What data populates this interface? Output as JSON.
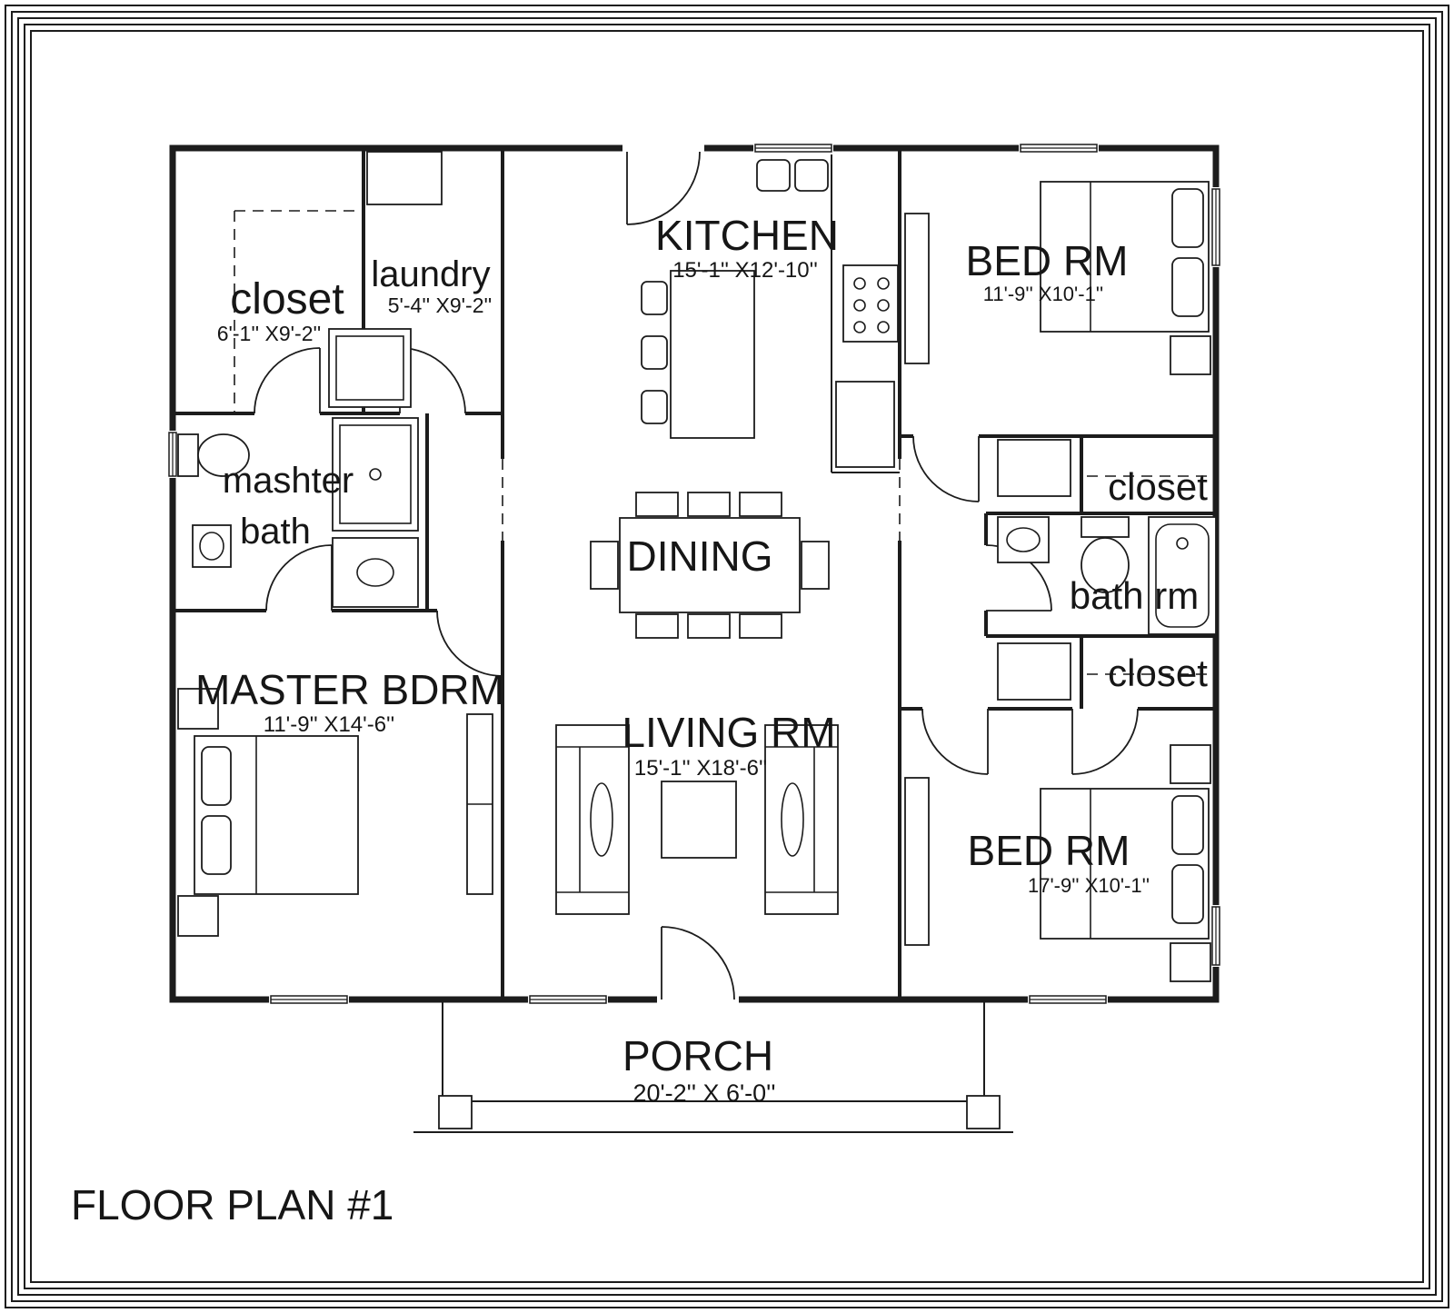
{
  "title": "FLOOR PLAN  #1",
  "labels": {
    "kitchen": {
      "name": "KITCHEN",
      "dims": "15'-1'' X12'-10''"
    },
    "bedroom_top": {
      "name": "BED RM",
      "dims": "11'-9'' X10'-1''"
    },
    "closet_left": {
      "name": "closet",
      "dims": "6'-1'' X9'-2''"
    },
    "laundry": {
      "name": "laundry",
      "dims": "5'-4'' X9'-2''"
    },
    "master_bath": {
      "line1": "mashter",
      "line2": "bath"
    },
    "dining": {
      "name": "DINING"
    },
    "master_bedroom": {
      "name": "MASTER BDRM",
      "dims": "11'-9'' X14'-6''"
    },
    "living_room": {
      "name": "LIVING RM",
      "dims": "15'-1'' X18'-6''"
    },
    "closet_right_top": {
      "name": "closet"
    },
    "bath_room": {
      "name": "bath rm"
    },
    "closet_right_bottom": {
      "name": "closet"
    },
    "bedroom_bottom": {
      "name": "BED RM",
      "dims": "17'-9'' X10'-1''"
    },
    "porch": {
      "name": "PORCH",
      "dims": "20'-2'' X 6'-0''"
    }
  },
  "colors": {
    "ink": "#1c1c1c",
    "paper": "#ffffff"
  }
}
